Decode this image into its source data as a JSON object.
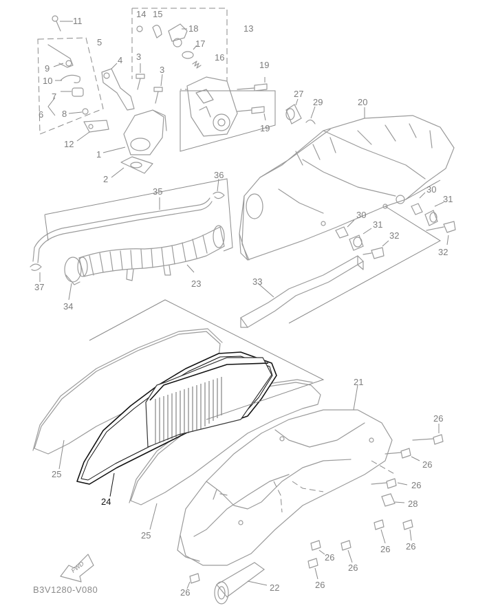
{
  "diagram_code": "B3V1280-V080",
  "direction_label": "FWD",
  "callouts": {
    "p1": "1",
    "p2": "2",
    "p3a": "3",
    "p3b": "3",
    "p4": "4",
    "p5": "5",
    "p6": "6",
    "p7": "7",
    "p8": "8",
    "p9": "9",
    "p10": "10",
    "p11": "11",
    "p12": "12",
    "p13": "13",
    "p14": "14",
    "p15": "15",
    "p16": "16",
    "p17": "17",
    "p18": "18",
    "p19a": "19",
    "p19b": "19",
    "p20": "20",
    "p21": "21",
    "p22": "22",
    "p23": "23",
    "p24": "24",
    "p25a": "25",
    "p25b": "25",
    "p26a": "26",
    "p26b": "26",
    "p26c": "26",
    "p26d": "26",
    "p26e": "26",
    "p26f": "26",
    "p26g": "26",
    "p26h": "26",
    "p26i": "26",
    "p27": "27",
    "p28": "28",
    "p29": "29",
    "p30a": "30",
    "p30b": "30",
    "p31a": "31",
    "p31b": "31",
    "p32a": "32",
    "p32b": "32",
    "p33": "33",
    "p34": "34",
    "p35": "35",
    "p36": "36",
    "p37": "37"
  }
}
